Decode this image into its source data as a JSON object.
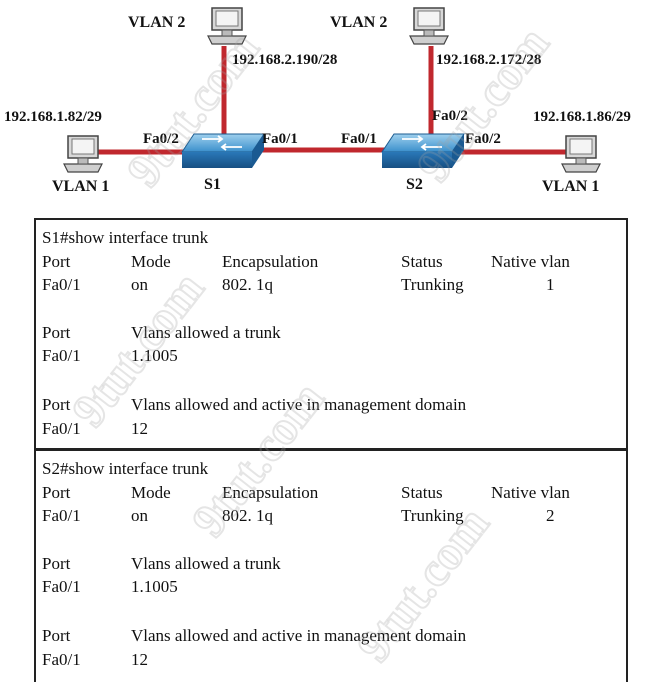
{
  "topology": {
    "link_color": "#c0282e",
    "switches": [
      {
        "name": "S1",
        "ports": [
          "Fa0/2",
          "Fa0/1"
        ]
      },
      {
        "name": "S2",
        "ports": [
          "Fa0/1",
          "Fa0/2",
          "Fa0/2"
        ]
      }
    ],
    "hosts": [
      {
        "vlan": "VLAN 2",
        "ip": "192.168.2.190/28"
      },
      {
        "vlan": "VLAN 2",
        "ip": "192.168.2.172/28"
      },
      {
        "vlan": "VLAN 1",
        "ip": "192.168.1.82/29"
      },
      {
        "vlan": "VLAN 1",
        "ip": "192.168.1.86/29"
      }
    ]
  },
  "s1_output": {
    "command": "S1#show interface trunk",
    "headers": [
      "Port",
      "Mode",
      "Encapsulation",
      "Status",
      "Native vlan"
    ],
    "row": [
      "Fa0/1",
      "on",
      "802. 1q",
      "Trunking",
      "1"
    ],
    "allowed_header": [
      "Port",
      "Vlans allowed a trunk"
    ],
    "allowed_row": [
      "Fa0/1",
      "1.1005"
    ],
    "active_header": [
      "Port",
      "Vlans allowed and active in management domain"
    ],
    "active_row": [
      "Fa0/1",
      "12"
    ]
  },
  "s2_output": {
    "command": "S2#show interface trunk",
    "headers": [
      "Port",
      "Mode",
      "Encapsulation",
      "Status",
      "Native vlan"
    ],
    "row": [
      "Fa0/1",
      "on",
      "802. 1q",
      "Trunking",
      "2"
    ],
    "allowed_header": [
      "Port",
      "Vlans allowed a trunk"
    ],
    "allowed_row": [
      "Fa0/1",
      "1.1005"
    ],
    "active_header": [
      "Port",
      "Vlans allowed and active in management domain"
    ],
    "active_row": [
      "Fa0/1",
      "12"
    ]
  }
}
